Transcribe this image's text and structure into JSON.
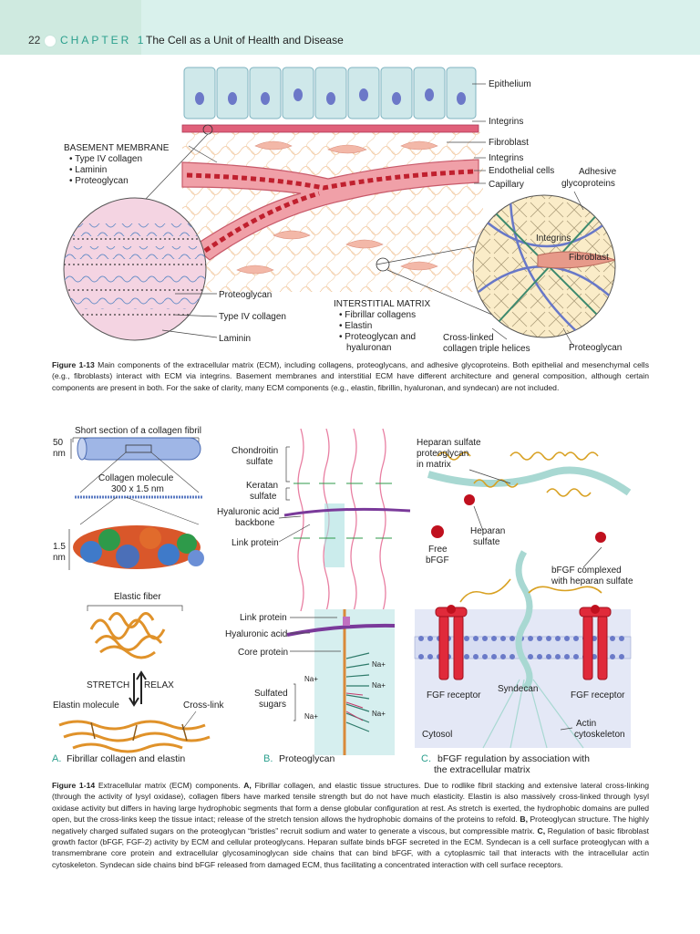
{
  "header": {
    "page_number": "22",
    "chapter_word": "CHAPTER",
    "chapter_number": "1",
    "chapter_title": "The Cell as a Unit of Health and Disease"
  },
  "figure_1_13": {
    "labels": {
      "epithelium": "Epithelium",
      "integrins_top": "Integrins",
      "fibroblast": "Fibroblast",
      "integrins_mid": "Integrins",
      "endothelial_cells": "Endothelial cells",
      "capillary": "Capillary",
      "adhesive_1": "Adhesive",
      "adhesive_2": "glycoproteins",
      "bm_title": "BASEMENT MEMBRANE",
      "bm_item_1": "• Type IV collagen",
      "bm_item_2": "• Laminin",
      "bm_item_3": "• Proteoglycan",
      "proteoglycan_left": "Proteoglycan",
      "type_iv_collagen": "Type IV collagen",
      "laminin": "Laminin",
      "im_title": "INTERSTITIAL MATRIX",
      "im_item_1": "• Fibrillar collagens",
      "im_item_2": "• Elastin",
      "im_item_3": "• Proteoglycan and",
      "im_item_3b": "hyaluronan",
      "cross_linked_1": "Cross-linked",
      "cross_linked_2": "collagen triple helices",
      "proteoglycan_right": "Proteoglycan",
      "integrins_circle": "Integrins",
      "fibroblast_circle": "Fibroblast"
    },
    "caption_label": "Figure 1-13",
    "caption_text": "Main components of the extracellular matrix (ECM), including collagens, proteoglycans, and adhesive glycoproteins. Both epithelial and mesenchymal cells (e.g., fibroblasts) interact with ECM via integrins. Basement membranes and interstitial ECM have different architecture and general composition, although certain components are present in both. For the sake of clarity, many ECM components (e.g., elastin, fibrillin, hyaluronan, and syndecan) are not included."
  },
  "figure_1_14": {
    "panel_a": {
      "short_section": "Short section of a collagen fibril",
      "nm50_a": "50",
      "nm50_b": "nm",
      "collagen_molecule": "Collagen molecule",
      "collagen_size": "300 x 1.5 nm",
      "nm15_a": "1.5",
      "nm15_b": "nm",
      "elastic_fiber": "Elastic fiber",
      "stretch": "STRETCH",
      "relax": "RELAX",
      "elastin_molecule": "Elastin molecule",
      "cross_link": "Cross-link",
      "letter": "A.",
      "title": "Fibrillar collagen and elastin"
    },
    "panel_b": {
      "chondroitin_1": "Chondroitin",
      "chondroitin_2": "sulfate",
      "keratan_1": "Keratan",
      "keratan_2": "sulfate",
      "hyaluronic_backbone_1": "Hyaluronic acid",
      "hyaluronic_backbone_2": "backbone",
      "link_protein_top": "Link protein",
      "link_protein": "Link protein",
      "hyaluronic_acid": "Hyaluronic acid",
      "core_protein": "Core protein",
      "sulfated_1": "Sulfated",
      "sulfated_2": "sugars",
      "na": "Na+",
      "letter": "B.",
      "title": "Proteoglycan"
    },
    "panel_c": {
      "heparan_pg_1": "Heparan sulfate",
      "heparan_pg_2": "proteoglycan",
      "heparan_pg_3": "in matrix",
      "free_bfgf_1": "Free",
      "free_bfgf_2": "bFGF",
      "heparan_sulfate_1": "Heparan",
      "heparan_sulfate_2": "sulfate",
      "complexed_1": "bFGF complexed",
      "complexed_2": "with heparan sulfate",
      "fgf_receptor_left": "FGF receptor",
      "syndecan": "Syndecan",
      "fgf_receptor_right": "FGF receptor",
      "cytosol": "Cytosol",
      "actin_1": "Actin",
      "actin_2": "cytoskeleton",
      "letter": "C.",
      "title_1": "bFGF regulation by association with",
      "title_2": "the extracellular matrix"
    },
    "caption_label": "Figure 1-14",
    "caption_text": "Extracellular matrix (ECM) components.",
    "caption_a_label": "A,",
    "caption_a": "Fibrillar collagen, and elastic tissue structures. Due to rodlike fibril stacking and extensive lateral cross-linking (through the activity of lysyl oxidase), collagen fibers have marked tensile strength but do not have much elasticity. Elastin is also massively cross-linked through lysyl oxidase activity but differs in having large hydrophobic segments that form a dense globular configuration at rest. As stretch is exerted, the hydrophobic domains are pulled open, but the cross-links keep the tissue intact; release of the stretch tension allows the hydrophobic domains of the proteins to refold.",
    "caption_b_label": "B,",
    "caption_b": "Proteoglycan structure. The highly negatively charged sulfated sugars on the proteoglycan “bristles” recruit sodium and water to generate a viscous, but compressible matrix.",
    "caption_c_label": "C,",
    "caption_c": "Regulation of basic fibroblast growth factor (bFGF, FGF-2) activity by ECM and cellular proteoglycans. Heparan sulfate binds bFGF secreted in the ECM. Syndecan is a cell surface proteoglycan with a transmembrane core protein and extracellular glycosaminoglycan side chains that can bind bFGF, with a cytoplasmic tail that interacts with the intracellular actin cytoskeleton. Syndecan side chains bind bFGF released from damaged ECM, thus facilitating a concentrated interaction with cell surface receptors."
  }
}
